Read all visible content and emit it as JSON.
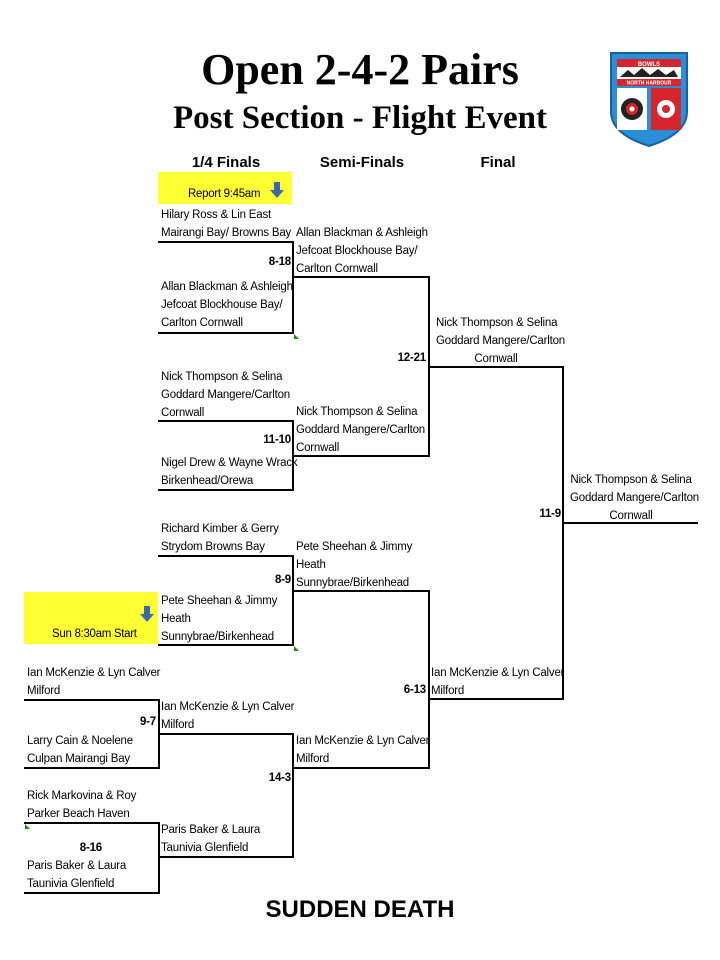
{
  "header": {
    "title": "Open 2-4-2 Pairs",
    "subtitle": "Post Section - Flight Event"
  },
  "logo": {
    "top_text": "BOWLS",
    "band_text": "NORTH HARBOUR"
  },
  "columns": {
    "quarter": "1/4 Finals",
    "semi": "Semi-Finals",
    "final": "Final"
  },
  "notes": {
    "report": "Report 9:45am",
    "start": "Sun 8:30am Start"
  },
  "quarter_finals_a": {
    "m1": {
      "t1": [
        "Hilary Ross & Lin East",
        "Mairangi Bay/ Browns Bay"
      ],
      "score": "8-18",
      "t2": [
        "Allan Blackman & Ashleigh",
        "Jefcoat Blockhouse Bay/",
        "Carlton Cornwall"
      ]
    },
    "m2": {
      "t1": [
        "Nick Thompson & Selina",
        "Goddard Mangere/Carlton",
        "Cornwall"
      ],
      "score": "11-10",
      "t2": [
        "Nigel Drew & Wayne Wrack",
        "Birkenhead/Orewa"
      ]
    },
    "m3": {
      "t1": [
        "Richard Kimber & Gerry",
        "Strydom Browns Bay"
      ],
      "score": "8-9",
      "t2": [
        "Pete Sheehan & Jimmy",
        "Heath",
        "Sunnybrae/Birkenhead"
      ]
    }
  },
  "first_round": {
    "m1": {
      "t1": [
        "Ian McKenzie & Lyn Calver",
        "Milford"
      ],
      "score": "9-7",
      "t2": [
        "Larry Cain & Noelene",
        "Culpan Mairangi Bay"
      ]
    },
    "m2": {
      "t1": [
        "Rick Markovina & Roy",
        "Parker Beach Haven"
      ],
      "score": "8-16",
      "t2": [
        "Paris Baker & Laura",
        "Taunivia Glenfield"
      ]
    }
  },
  "quarter_winners_b": {
    "w1": [
      "Ian McKenzie & Lyn Calver",
      "Milford"
    ],
    "w2": [
      "Paris Baker & Laura",
      "Taunivia Glenfield"
    ],
    "score": "14-3"
  },
  "semi_finals": {
    "s1": [
      "Allan Blackman & Ashleigh",
      "Jefcoat Blockhouse Bay/",
      "Carlton Cornwall"
    ],
    "s2": [
      "Nick Thompson & Selina",
      "Goddard Mangere/Carlton",
      "Cornwall"
    ],
    "s3": [
      "Pete Sheehan & Jimmy",
      "Heath",
      "Sunnybrae/Birkenhead"
    ],
    "s4": [
      "Ian McKenzie & Lyn Calver",
      "Milford"
    ],
    "score_top": "12-21",
    "score_bottom": "6-13"
  },
  "finals": {
    "f1": [
      "Nick Thompson & Selina",
      "Goddard Mangere/Carlton",
      "Cornwall"
    ],
    "f2": [
      "Ian McKenzie & Lyn Calver",
      "Milford"
    ],
    "score": "11-9"
  },
  "champion": [
    "Nick Thompson & Selina",
    "Goddard Mangere/Carlton",
    "Cornwall"
  ],
  "footer": "SUDDEN DEATH"
}
